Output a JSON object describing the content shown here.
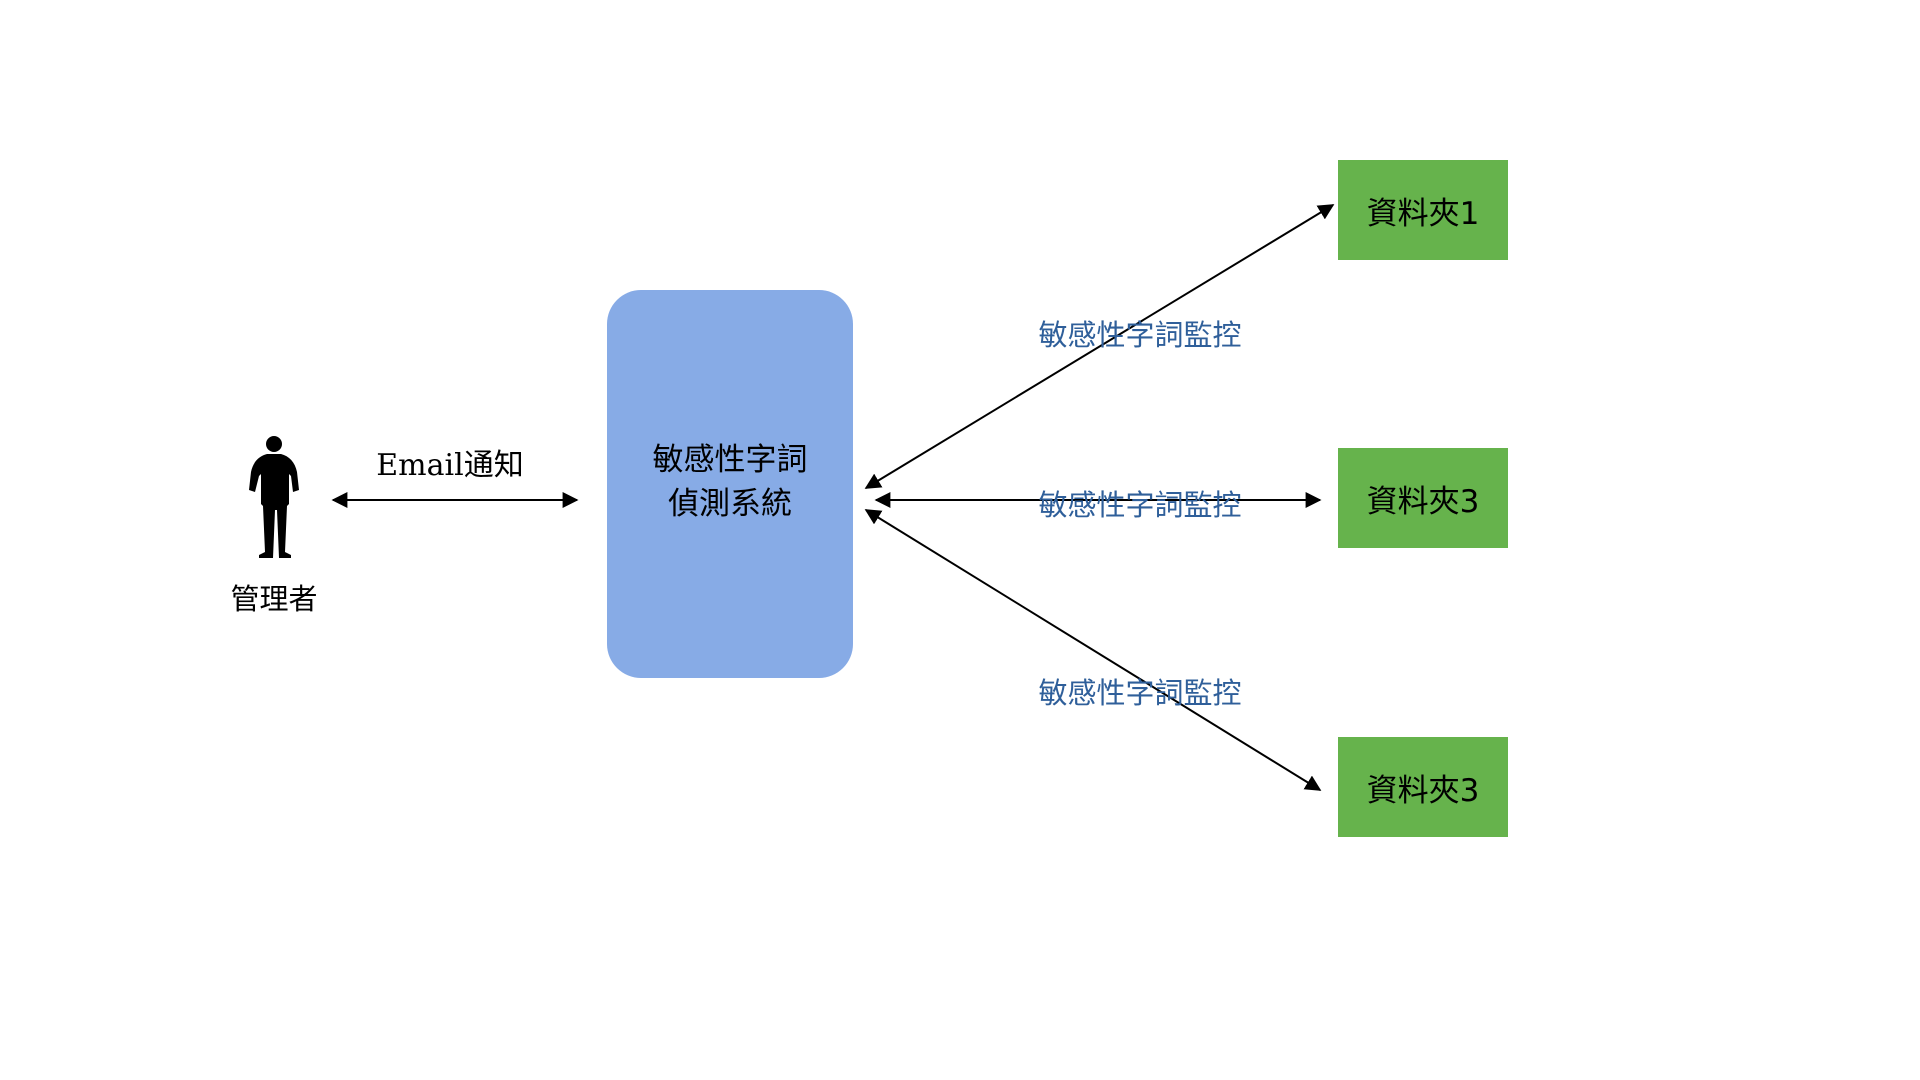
{
  "admin": {
    "label": "管理者",
    "icon": "person-silhouette-icon"
  },
  "email_edge": {
    "label": "Email通知"
  },
  "system": {
    "line1": "敏感性字詞",
    "line2": "偵測系統",
    "color": "#87abe6"
  },
  "folders": [
    {
      "label": "資料夾1"
    },
    {
      "label": "資料夾3"
    },
    {
      "label": "資料夾3"
    }
  ],
  "monitor_edges": [
    {
      "label": "敏感性字詞監控"
    },
    {
      "label": "敏感性字詞監控"
    },
    {
      "label": "敏感性字詞監控"
    }
  ],
  "colors": {
    "folder_fill": "#66b34c",
    "monitor_label": "#2f5f9a",
    "arrow": "#000000"
  }
}
